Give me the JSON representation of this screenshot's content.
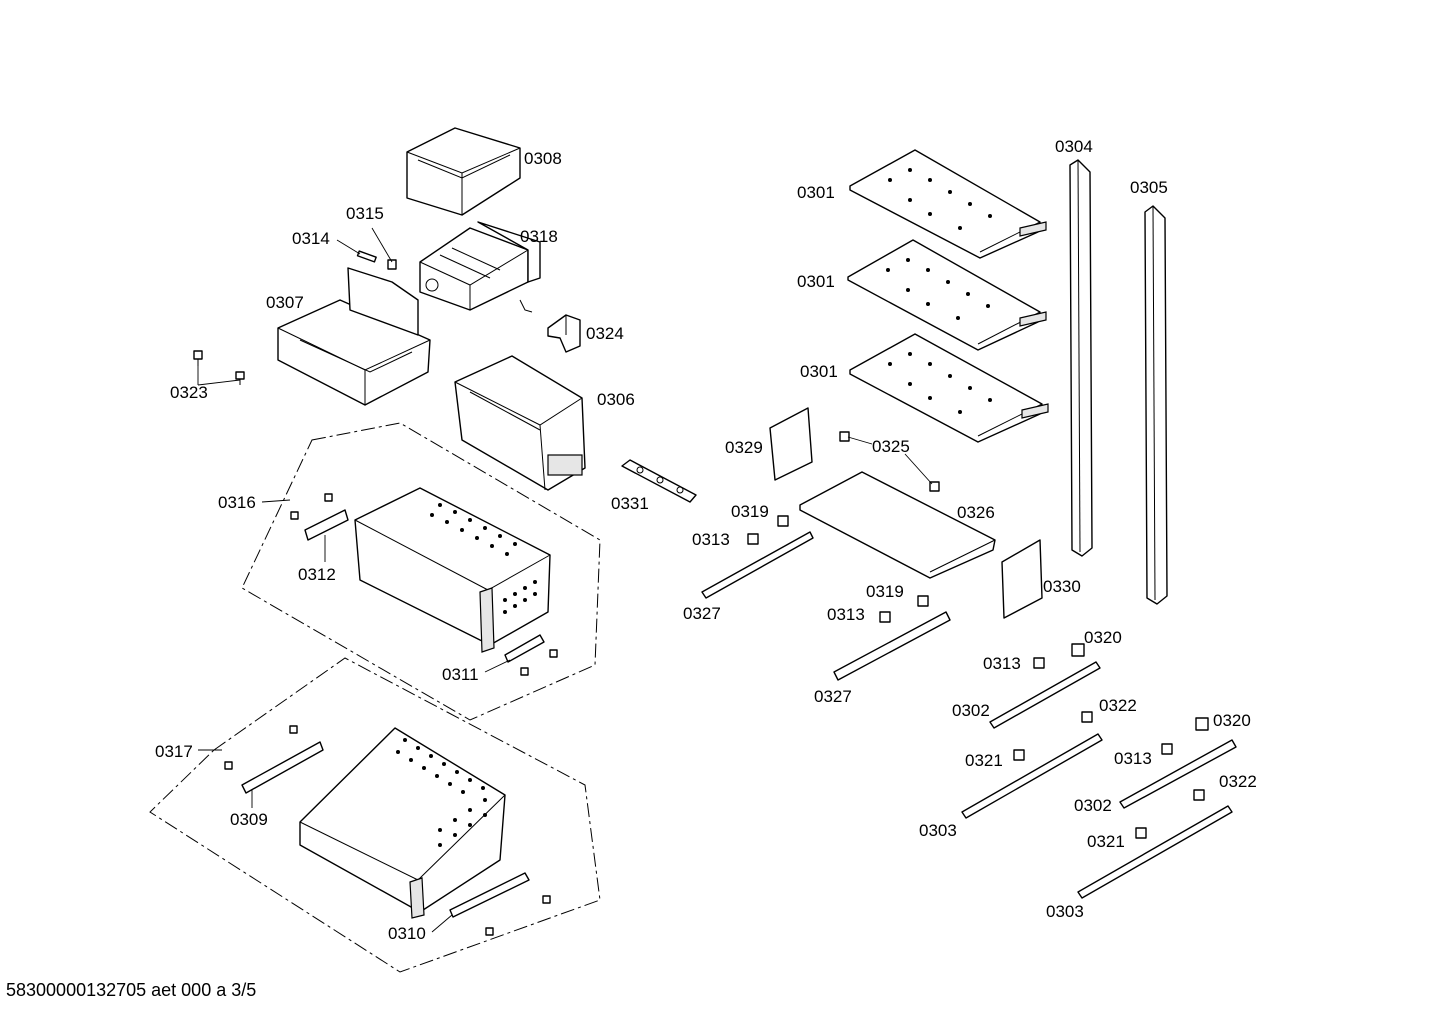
{
  "callouts": {
    "p0301a": "0301",
    "p0301b": "0301",
    "p0301c": "0301",
    "p0302a": "0302",
    "p0302b": "0302",
    "p0303a": "0303",
    "p0303b": "0303",
    "p0304": "0304",
    "p0305": "0305",
    "p0306": "0306",
    "p0307": "0307",
    "p0308": "0308",
    "p0309": "0309",
    "p0310": "0310",
    "p0311": "0311",
    "p0312": "0312",
    "p0313a": "0313",
    "p0313b": "0313",
    "p0313c": "0313",
    "p0313d": "0313",
    "p0314": "0314",
    "p0315": "0315",
    "p0316": "0316",
    "p0317": "0317",
    "p0318": "0318",
    "p0319a": "0319",
    "p0319b": "0319",
    "p0320a": "0320",
    "p0320b": "0320",
    "p0321a": "0321",
    "p0321b": "0321",
    "p0322a": "0322",
    "p0322b": "0322",
    "p0323": "0323",
    "p0324": "0324",
    "p0325": "0325",
    "p0326": "0326",
    "p0327a": "0327",
    "p0327b": "0327",
    "p0329": "0329",
    "p0330": "0330",
    "p0331": "0331"
  },
  "footer": "58300000132705 aet 000 a 3/5"
}
